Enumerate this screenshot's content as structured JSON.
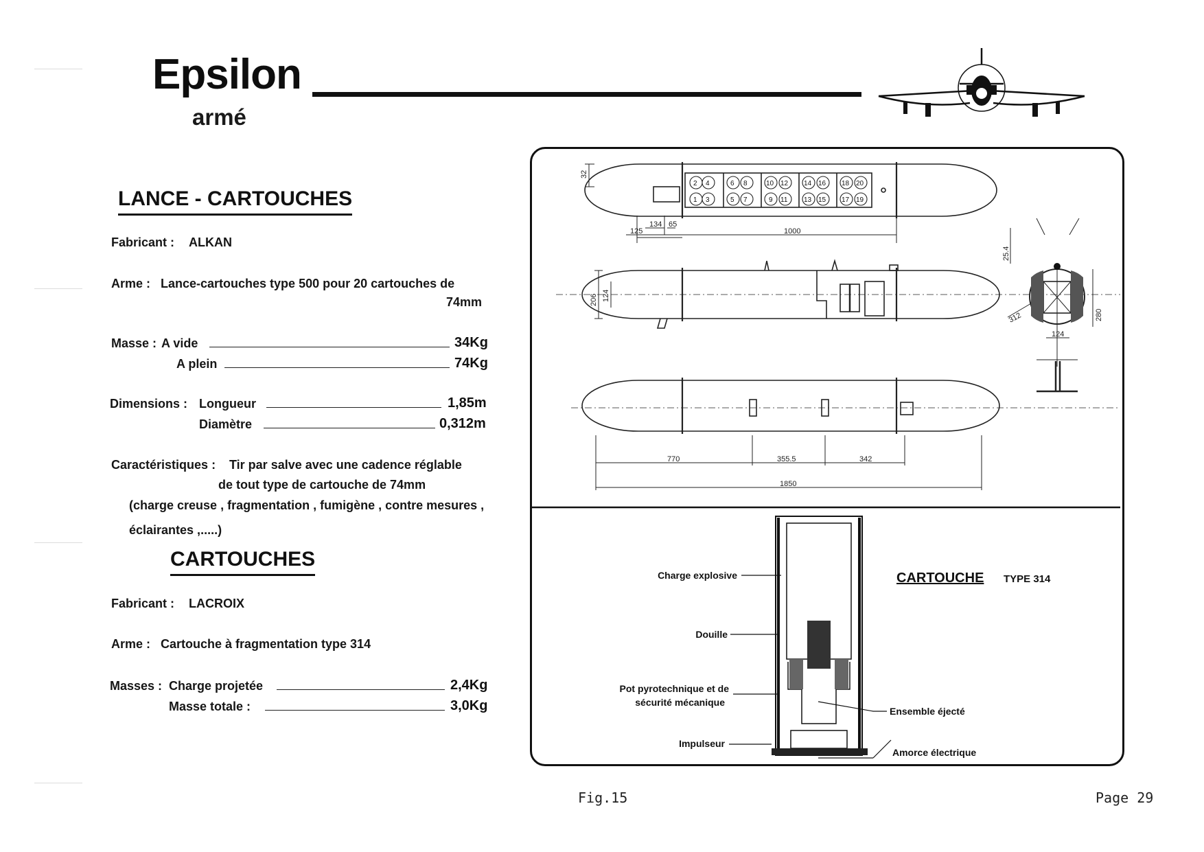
{
  "header": {
    "title": "Epsilon",
    "subtitle": "armé"
  },
  "lance": {
    "title": "LANCE - CARTOUCHES",
    "fabricant_label": "Fabricant :",
    "fabricant_value": "ALKAN",
    "arme_label": "Arme :",
    "arme_line1": "Lance-cartouches type 500  pour 20 cartouches de",
    "arme_line2": "74mm",
    "masse_label": "Masse :",
    "masse_vide_label": "A vide",
    "masse_vide_value": "34Kg",
    "masse_plein_label": "A plein",
    "masse_plein_value": "74Kg",
    "dimensions_label": "Dimensions :",
    "longueur_label": "Longueur",
    "longueur_value": "1,85m",
    "diametre_label": "Diamètre",
    "diametre_value": "0,312m",
    "caract_label": "Caractéristiques :",
    "caract_line1": "Tir par salve  avec une cadence réglable",
    "caract_line2": "de tout type de cartouche de 74mm",
    "caract_line3": "(charge creuse , fragmentation , fumigène , contre mesures ,",
    "caract_line4": "éclairantes ,.....)"
  },
  "cartouches": {
    "title": "CARTOUCHES",
    "fabricant_label": "Fabricant :",
    "fabricant_value": "LACROIX",
    "arme_label": "Arme :",
    "arme_value": "Cartouche à fragmentation type 314",
    "masses_label": "Masses :",
    "charge_label": "Charge projetée",
    "charge_value": "2,4Kg",
    "totale_label": "Masse totale :",
    "totale_value": "3,0Kg"
  },
  "drawing": {
    "dims_top": [
      "32",
      "134",
      "65",
      "125",
      "1000"
    ],
    "dims_side": [
      "206",
      "124"
    ],
    "dims_section": [
      "25.4",
      "124",
      "280",
      "312"
    ],
    "dims_bottom": [
      "770",
      "355.5",
      "342",
      "1850"
    ],
    "tubes_top": [
      "2",
      "4",
      "6",
      "8",
      "10",
      "12",
      "14",
      "16",
      "18",
      "20"
    ],
    "tubes_bottom": [
      "1",
      "3",
      "5",
      "7",
      "9",
      "11",
      "13",
      "15",
      "17",
      "19"
    ]
  },
  "cartridge": {
    "title": "CARTOUCHE",
    "type": "TYPE 314",
    "labels": {
      "charge": "Charge explosive",
      "douille": "Douille",
      "pot1": "Pot pyrotechnique et de",
      "pot2": "sécurité mécanique",
      "impulseur": "Impulseur",
      "ensemble": "Ensemble éjecté",
      "amorce": "Amorce électrique"
    }
  },
  "footer": {
    "fig": "Fig.15",
    "page": "Page 29"
  }
}
